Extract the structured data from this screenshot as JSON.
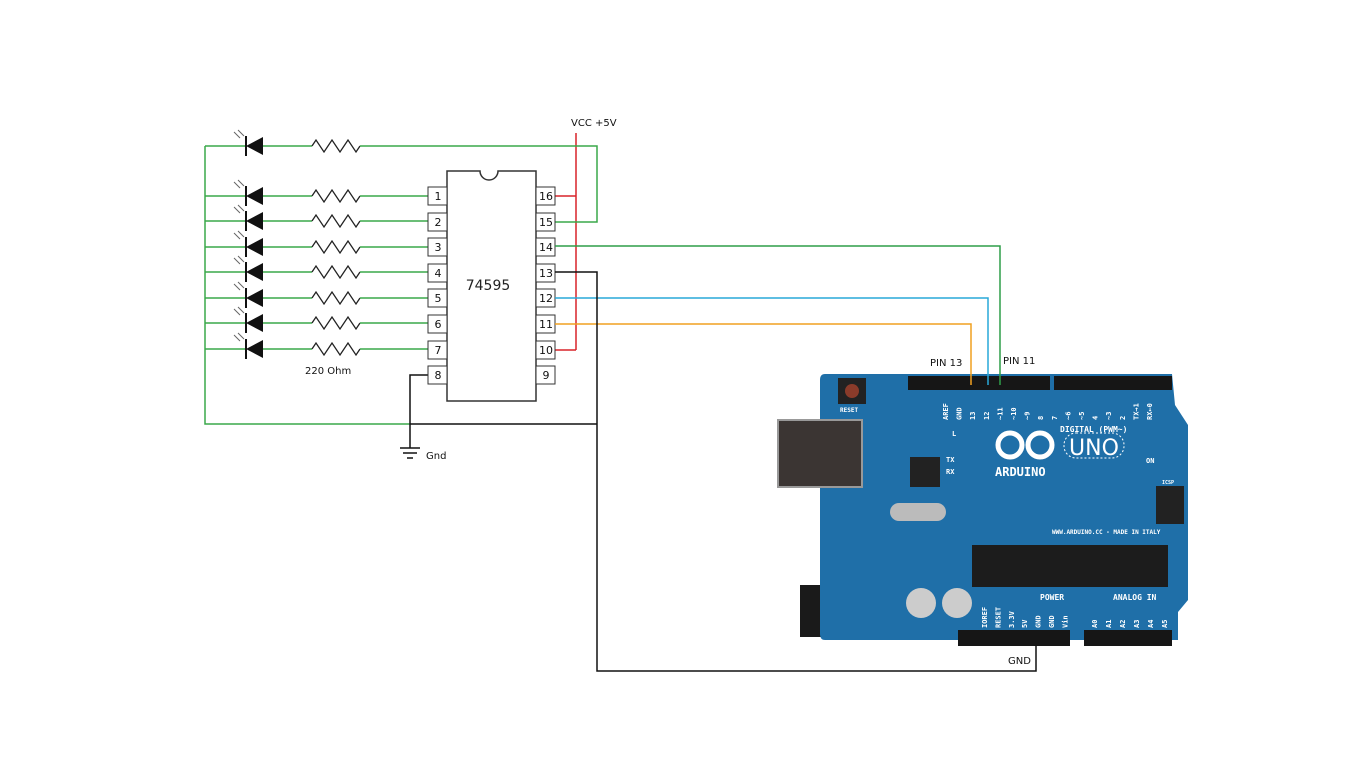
{
  "labels": {
    "vcc": "VCC +5V",
    "chip": "74595",
    "resistor": "220 Ohm",
    "gnd_symbol": "Gnd",
    "pin13": "PIN 13",
    "pin11": "PIN 11",
    "arduino_gnd": "GND"
  },
  "chip": {
    "left_pins": [
      "1",
      "2",
      "3",
      "4",
      "5",
      "6",
      "7",
      "8"
    ],
    "right_pins": [
      "16",
      "15",
      "14",
      "13",
      "12",
      "11",
      "10",
      "9"
    ]
  },
  "board": {
    "brand": "ARDUINO",
    "model": "UNO",
    "digital": "DIGITAL (PWM~)",
    "power": "POWER",
    "analog": "ANALOG IN",
    "website": "WWW.ARDUINO.CC - MADE IN ITALY",
    "reset": "RESET",
    "on": "ON",
    "tx": "TX",
    "rx": "RX",
    "l": "L",
    "icsp": "ICSP",
    "digital_pins": [
      "AREF",
      "GND",
      "13",
      "12",
      "~11",
      "~10",
      "~9",
      "8",
      "7",
      "~6",
      "~5",
      "4",
      "~3",
      "2",
      "TX→1",
      "RX←0"
    ],
    "power_pins": [
      "IOREF",
      "RESET",
      "3.3V",
      "5V",
      "GND",
      "GND",
      "Vin"
    ],
    "analog_pins": [
      "A0",
      "A1",
      "A2",
      "A3",
      "A4",
      "A5"
    ]
  },
  "colors": {
    "led_wire": "#3aa84a",
    "vcc": "#d8232a",
    "data_pin14": "#2e9e48",
    "clock_pin12": "#29a8d8",
    "latch_pin11": "#f0a020",
    "ground": "#111111",
    "board": "#1f6fa8"
  }
}
